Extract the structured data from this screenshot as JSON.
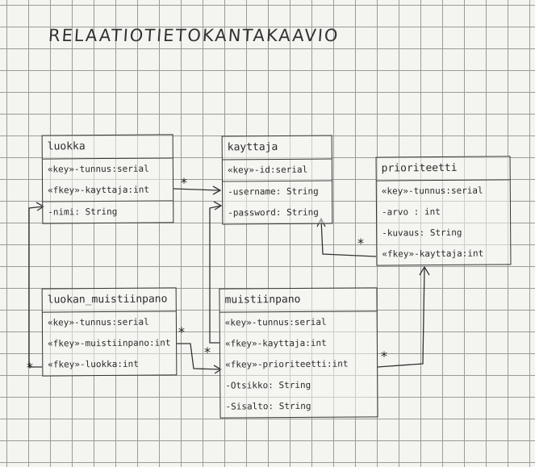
{
  "title": "RELAATIOTIETOKANTAKAAVIO",
  "tables": {
    "luokka": {
      "name": "luokka",
      "attrs": [
        "«key»-tunnus:serial",
        "«fkey»-kayttaja:int",
        "-nimi: String"
      ]
    },
    "kayttaja": {
      "name": "kayttaja",
      "attrs": [
        "«key»-id:serial",
        "-username: String",
        "-password: String"
      ]
    },
    "prioriteetti": {
      "name": "prioriteetti",
      "attrs": [
        "«key»-tunnus:serial",
        "-arvo : int",
        "-kuvaus: String",
        "«fkey»-kayttaja:int"
      ]
    },
    "luokan_muistiinpano": {
      "name": "luokan_muistiinpano",
      "attrs": [
        "«key»-tunnus:serial",
        "«fkey»-muistiinpano:int",
        "«fkey»-luokka:int"
      ]
    },
    "muistiinpano": {
      "name": "muistiinpano",
      "attrs": [
        "«key»-tunnus:serial",
        "«fkey»-kayttaja:int",
        "«fkey»-prioriteetti:int",
        "-Otsikko: String",
        "-Sisalto: String"
      ]
    }
  },
  "multiplicity": "*"
}
